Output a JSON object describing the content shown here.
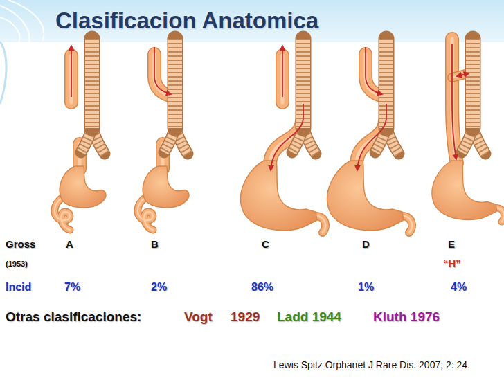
{
  "diagram": {
    "title": "Clasificacion Anatomica",
    "caption": "Lewis Spitz Orphanet J Rare Dis. 2007; 2: 24.",
    "labels": [
      "Gross",
      "A",
      "B",
      "C",
      "D",
      "E",
      "(1953)",
      "“H”",
      "Incid",
      "7%",
      "2%",
      "86%",
      "1%",
      "4%",
      "Otras clasificaciones:",
      "Vogt",
      "1929",
      "Ladd 1944",
      "Kluth 1976"
    ]
  }
}
